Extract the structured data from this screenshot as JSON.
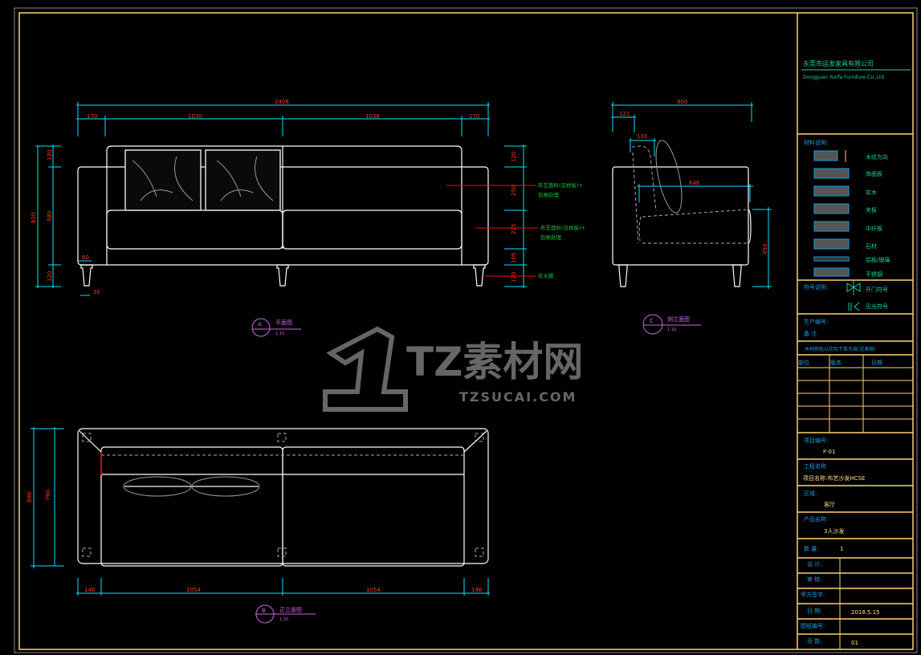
{
  "company": {
    "name_cn": "东莞市运发家具有限公司",
    "name_en": "Dongguan Yunfa Furniture Co.,Ltd"
  },
  "front_view": {
    "dims_top": {
      "overall": "2408",
      "segments": [
        "170",
        "1030",
        "1038",
        "170"
      ]
    },
    "dims_left": {
      "overall": "820",
      "segments": [
        "120",
        "580",
        "120"
      ],
      "arm": "60",
      "leg": "30"
    },
    "dims_right": [
      "120",
      "250",
      "225",
      "105",
      "120"
    ],
    "annotations": [
      "布艺面料(见样板)+",
      "包棉处理",
      "布艺面料(见样板)+",
      "包棉处理",
      "实木脚"
    ],
    "label": {
      "letter": "A",
      "title": "平面图",
      "scale": "1:10"
    }
  },
  "side_view": {
    "dims": {
      "overall": "800",
      "back": "121",
      "cushion": "133",
      "seat": "646",
      "height": "450"
    },
    "label": {
      "letter": "C",
      "title": "侧立面图",
      "scale": "1:10"
    }
  },
  "plan_view": {
    "dims_left": [
      "890",
      "790"
    ],
    "dims_bottom": [
      "146",
      "1054",
      "1054",
      "146"
    ],
    "label": {
      "letter": "B",
      "title": "正立面图",
      "scale": "1:10"
    }
  },
  "watermark": {
    "logo_text": "TZ素材网",
    "url": "TZSUCAI.COM"
  },
  "title_block": {
    "materials_header": "材料说明:",
    "materials": [
      "木纹方向",
      "饰面板",
      "实木",
      "夹板",
      "中纤板",
      "石材",
      "铝板/玻璃",
      "不锈钢"
    ],
    "symbols_header": "符号说明:",
    "symbols": [
      "开门符号",
      "见光符号"
    ],
    "production_no": "生产编号:",
    "remarks": "备   注",
    "wood_note": "木材颜色以实际下单为准(见表格)",
    "table_headers": [
      "部位",
      "版本",
      "日期"
    ],
    "project_no_label": "项目编号:",
    "project_no": "F-01",
    "project_name_label": "工程名称",
    "project_name": "项目名称:布艺沙发HCSE",
    "area_label": "区域:",
    "area": "客厅",
    "product_label": "产品名称:",
    "product": "3人沙发",
    "qty_label": "数 量:",
    "qty": "1",
    "design_label": "设 计:",
    "review_label": "审 核:",
    "client_label": "甲方签字:",
    "date_label": "日 期:",
    "date": "2018.5.15",
    "drawing_no_label": "图纸编号:",
    "page_label": "页 数:",
    "page": "01"
  },
  "colors": {
    "frame": "#ffd36b",
    "dimension": "#00e5ff",
    "dim_text": "#ff3b1a",
    "outline": "#ffffff"
  }
}
